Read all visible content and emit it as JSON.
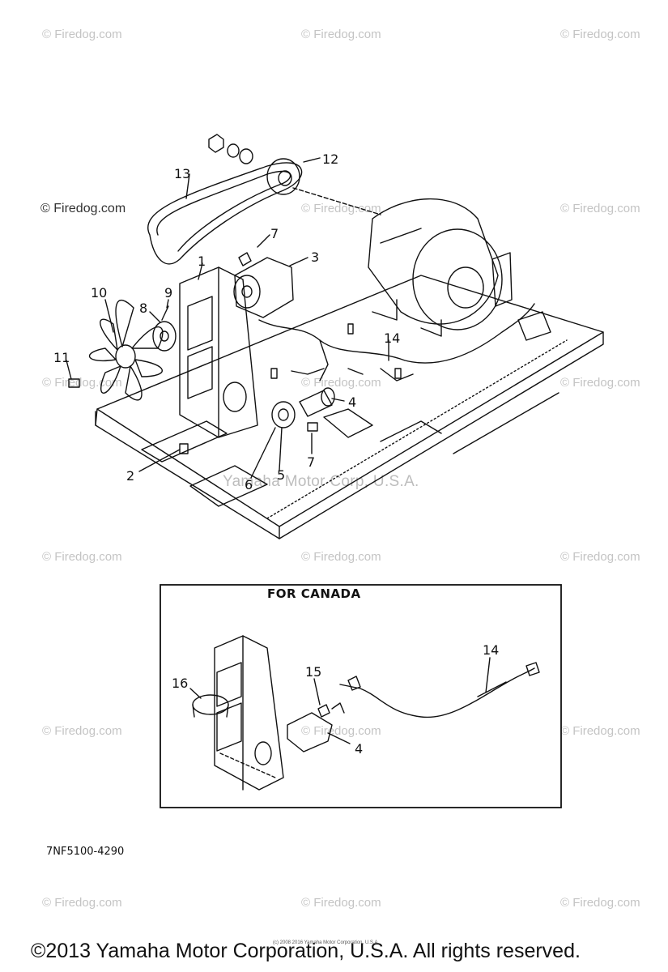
{
  "watermark_text": "© Firedog.com",
  "center_watermark": "Yamaha Motor Corp, U.S.A.",
  "callouts": [
    "1",
    "2",
    "3",
    "4",
    "5",
    "6",
    "7",
    "7",
    "8",
    "9",
    "10",
    "11",
    "12",
    "13",
    "14"
  ],
  "inset": {
    "title": "FOR CANADA",
    "callouts": [
      "14",
      "15",
      "16",
      "4"
    ]
  },
  "drawing_code": "7NF5100-4290",
  "tiny_notice": "(c) 2008 2016 Yamaha Motor Corporation, U.S.A.",
  "copyright": "©2013 Yamaha Motor Corporation, U.S.A. All rights reserved."
}
